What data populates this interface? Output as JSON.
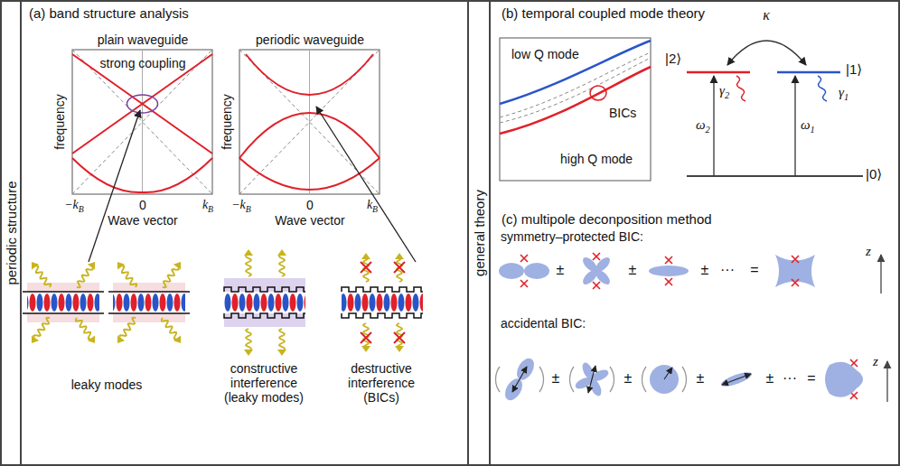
{
  "diagram": {
    "nodes": [
      {
        "text": [
          "periodic structure"
        ]
      },
      {
        "text": [
          "(a) band structure analysis"
        ],
        "in": 0
      },
      {
        "text": [
          "general theory"
        ]
      },
      {
        "text": [
          "(b) temporal coupled mode theory"
        ],
        "in": 2
      },
      {
        "text": [
          "(c) multipole deconposition method"
        ],
        "in": 2
      }
    ],
    "labels": [
      "plain waveguide",
      "periodic waveguide",
      "strong coupling",
      "frequency",
      "frequency",
      "−k",
      "B",
      "0",
      "k",
      "B",
      "Wave vector",
      "−k",
      "B",
      "0",
      "k",
      "B",
      "Wave vector",
      "leaky modes",
      "constructive interference (leaky modes)",
      "destructive interference (BICs)",
      "low Q mode",
      "high Q mode",
      "BICs",
      "κ",
      "|2⟩",
      "|1⟩",
      "|0⟩",
      "γ",
      "2",
      "γ",
      "1",
      "ω",
      "2",
      "ω",
      "1",
      "symmetry–protected BIC:",
      "±",
      "±",
      "±",
      "···",
      "=",
      "z",
      "accidental BIC:",
      "±",
      "±",
      "±",
      "±",
      "···",
      "=",
      "z"
    ]
  }
}
